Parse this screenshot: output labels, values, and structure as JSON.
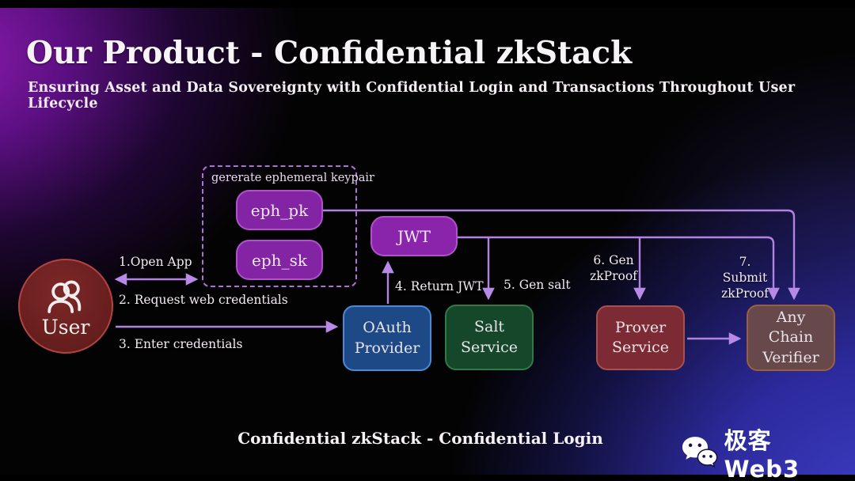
{
  "slide": {
    "title": "Our Product - Confidential zkStack",
    "subtitle": "Ensuring Asset and Data Sovereignty with Confidential Login and Transactions Throughout User Lifecycle",
    "caption": "Confidential zkStack - Confidential Login"
  },
  "brand": {
    "label": "极客 Web3",
    "icon": "wechat-icon"
  },
  "diagram": {
    "keypair_group": {
      "label": "gererate ephemeral keypair",
      "items": [
        {
          "label": "eph_pk"
        },
        {
          "label": "eph_sk"
        }
      ]
    },
    "nodes": {
      "user": {
        "label": "User",
        "icon": "users-icon",
        "fill": "#6a1f1f",
        "border": "#b24343"
      },
      "jwt": {
        "label": "JWT",
        "fill": "#8a24ab",
        "border": "#b152cc"
      },
      "oauth_provider": {
        "label": "OAuth Provider",
        "fill": "#1d4a87",
        "border": "#4b8ad8"
      },
      "salt_service": {
        "label": "Salt Service",
        "fill": "#15482a",
        "border": "#2f7a46"
      },
      "prover_service": {
        "label": "Prover Service",
        "fill": "#7c2a33",
        "border": "#a85050"
      },
      "any_chain_verifier": {
        "label": "Any Chain Verifier",
        "fill": "#68494b",
        "border": "#9c5f3c"
      }
    },
    "edge_labels": {
      "open_app": "1.Open App",
      "request_web_credentials": "2. Request web credentials",
      "enter_credentials": "3. Enter credentials",
      "return_jwt": "4. Return JWT",
      "gen_salt": "5. Gen salt",
      "gen_zkproof_line1": "6. Gen",
      "gen_zkproof_line2": "zkProof",
      "submit_zkproof_line1": "7. Submit",
      "submit_zkproof_line2": "zkProof"
    },
    "colors": {
      "arrow": "#b183e0",
      "dashed_border": "#b06fd8",
      "background_glow_top_left": "#8d1cae",
      "background_glow_bottom_right": "#2c2a9c"
    }
  }
}
